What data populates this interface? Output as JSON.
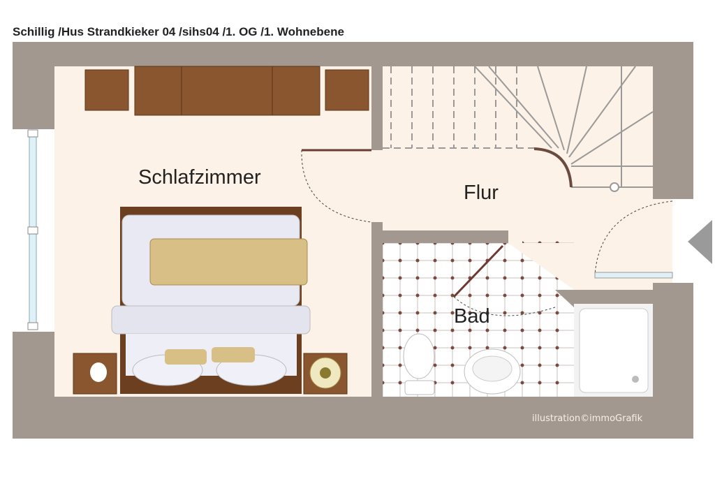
{
  "title": "Schillig /Hus Strandkieker 04 /sihs04 /1. OG /1. Wohnebene",
  "rooms": {
    "bedroom": "Schlafzimmer",
    "hall": "Flur",
    "bath": "Bad"
  },
  "credit": "illustration©immoGrafik",
  "colors": {
    "wall": "#a39890",
    "floor": "#fcf2e7",
    "wood": "#8a5630",
    "tile_dot": "#7a4a40"
  }
}
